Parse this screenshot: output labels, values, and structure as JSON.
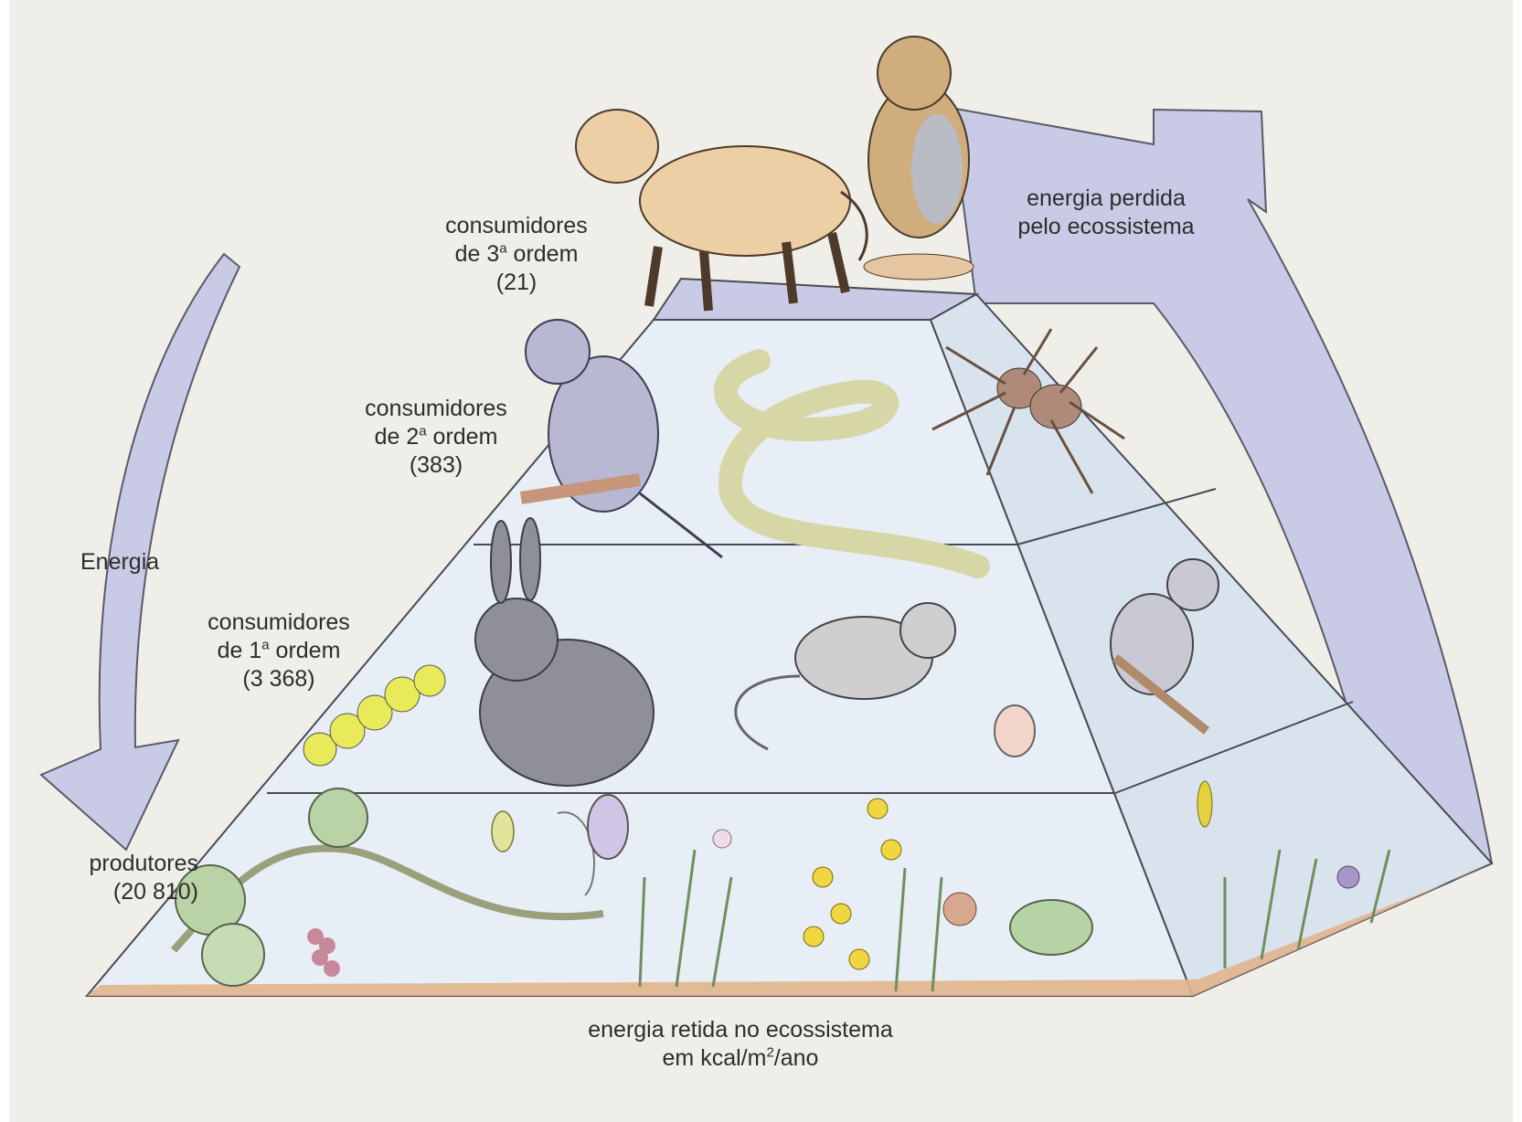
{
  "levels": [
    {
      "key": "tertiary",
      "line1": "consumidores",
      "line2_pre": "de 3",
      "ordinal": "a",
      "line2_post": " ordem",
      "value": "(21)"
    },
    {
      "key": "secondary",
      "line1": "consumidores",
      "line2_pre": "de 2",
      "ordinal": "a",
      "line2_post": " ordem",
      "value": "(383)"
    },
    {
      "key": "primary",
      "line1": "consumidores",
      "line2_pre": "de 1",
      "ordinal": "a",
      "line2_post": " ordem",
      "value": "(3 368)"
    },
    {
      "key": "producers",
      "line1": "produtores",
      "value": "(20 810)"
    }
  ],
  "arrows": {
    "energy_label": "Energia",
    "lost_line1": "energia perdida",
    "lost_line2": "pelo ecossistema"
  },
  "footer": {
    "line1": "energia retida no ecossistema",
    "line2_pre": "em kcal/m",
    "line2_sup": "2",
    "line2_post": "/ano"
  },
  "colors": {
    "pyramid_fill": "#e7eef6",
    "pyramid_side": "#d9e3ee",
    "pyramid_top": "#c9cbe6",
    "arrow_fill": "#c9cbe6",
    "outline": "#4a4a55",
    "soil": "#e2b48c",
    "paper": "#efeee8"
  }
}
